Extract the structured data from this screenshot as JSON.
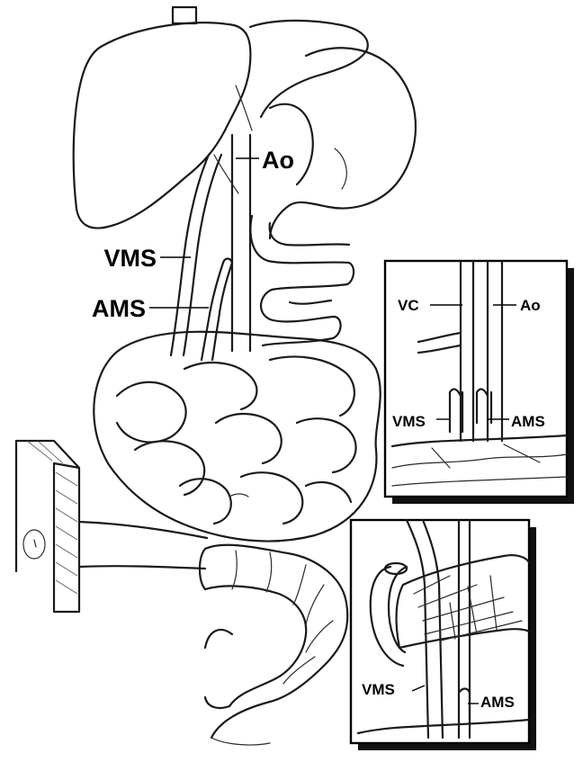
{
  "main_labels": {
    "ao": "Ao",
    "vms": "VMS",
    "ams": "AMS"
  },
  "inset_top": {
    "vc": "VC",
    "ao": "Ao",
    "vms": "VMS",
    "ams": "AMS"
  },
  "inset_bottom": {
    "vms": "VMS",
    "ams": "AMS"
  }
}
